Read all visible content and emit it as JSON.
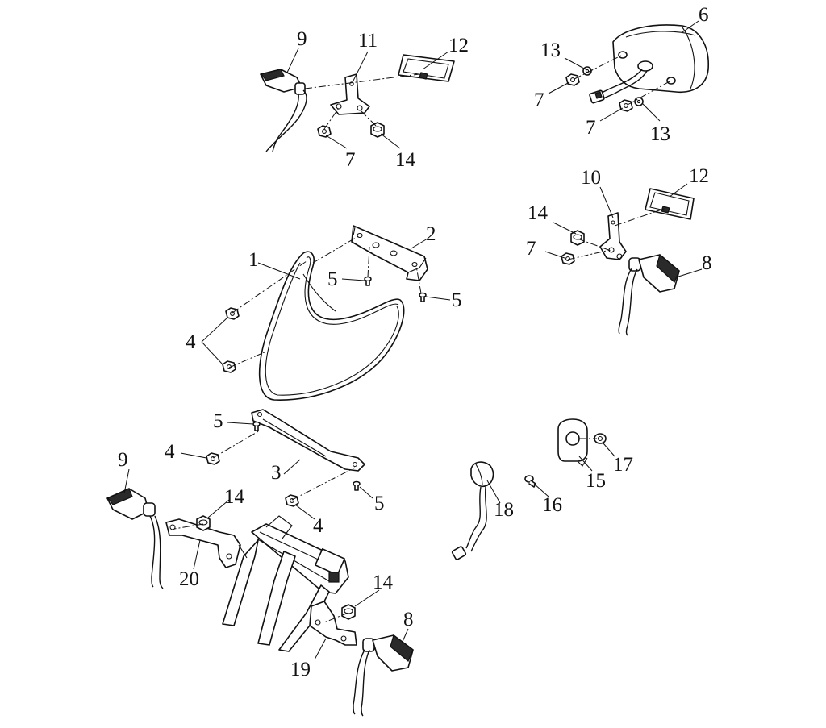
{
  "callouts": {
    "c1": "1",
    "c2": "2",
    "c3": "3",
    "c4a": "4",
    "c4b": "4",
    "c4c": "4",
    "c5a": "5",
    "c5b": "5",
    "c5c": "5",
    "c5d": "5",
    "c6": "6",
    "c7a": "7",
    "c7b": "7",
    "c7c": "7",
    "c7d": "7",
    "c8a": "8",
    "c8b": "8",
    "c9a": "9",
    "c9b": "9",
    "c10": "10",
    "c11": "11",
    "c12a": "12",
    "c12b": "12",
    "c13a": "13",
    "c13b": "13",
    "c14a": "14",
    "c14b": "14",
    "c14c": "14",
    "c14d": "14",
    "c15": "15",
    "c16": "16",
    "c17": "17",
    "c18": "18",
    "c19": "19",
    "c20": "20"
  }
}
